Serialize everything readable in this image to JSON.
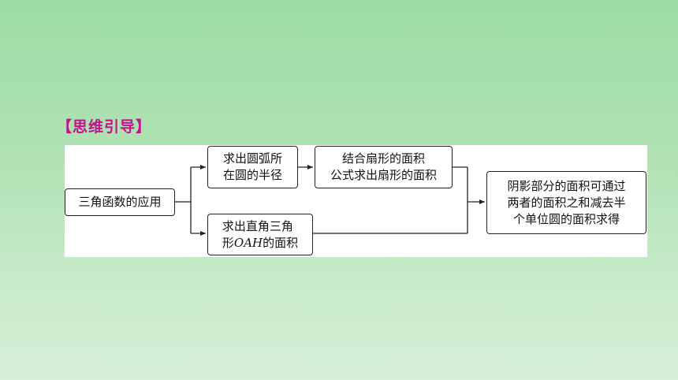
{
  "heading": "【思维引导】",
  "nodes": {
    "trig_application": "三角函数的应用",
    "arc_radius": {
      "line1": "求出圆弧所",
      "line2": "在圆的半径"
    },
    "sector_area": {
      "line1": "结合扇形的面积",
      "line2": "公式求出扇形的面积"
    },
    "triangle_area": {
      "line1": "求出直角三角",
      "line2_prefix": "形",
      "line2_var": "OAH",
      "line2_suffix": "的面积"
    },
    "shaded_area": {
      "line1": "阴影部分的面积可通过",
      "line2": "两者的面积之和减去半",
      "line3": "个单位圆的面积求得"
    }
  },
  "colors": {
    "heading": "#c4138c",
    "line": "#222222",
    "panel": "#ffffff"
  }
}
